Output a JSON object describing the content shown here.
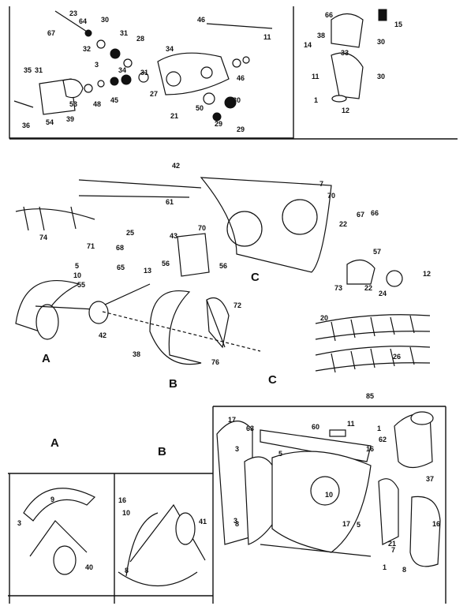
{
  "labels": [
    "23",
    "67",
    "64",
    "30",
    "31",
    "28",
    "32",
    "34",
    "46",
    "11",
    "66",
    "15",
    "33",
    "35",
    "31",
    "3",
    "14",
    "38",
    "30",
    "34",
    "31",
    "46",
    "27",
    "50",
    "21",
    "53",
    "48",
    "45",
    "11",
    "30",
    "36",
    "54",
    "39",
    "30",
    "29",
    "29",
    "1",
    "12",
    "42",
    "7",
    "61",
    "70",
    "67",
    "66",
    "74",
    "22",
    "25",
    "71",
    "68",
    "43",
    "70",
    "5",
    "65",
    "10",
    "57",
    "13",
    "56",
    "56",
    "22",
    "73",
    "12",
    "24",
    "55",
    "42",
    "72",
    "38",
    "76",
    "20",
    "26",
    "85",
    "17",
    "63",
    "60",
    "11",
    "16",
    "1",
    "3",
    "37",
    "8",
    "3",
    "5",
    "10",
    "5",
    "16",
    "41",
    "10",
    "3",
    "8",
    "17",
    "21",
    "62",
    "1",
    "7",
    "40",
    "8",
    "16",
    "9"
  ],
  "section_letters": [
    "A",
    "B",
    "C",
    "C",
    "A",
    "B"
  ]
}
